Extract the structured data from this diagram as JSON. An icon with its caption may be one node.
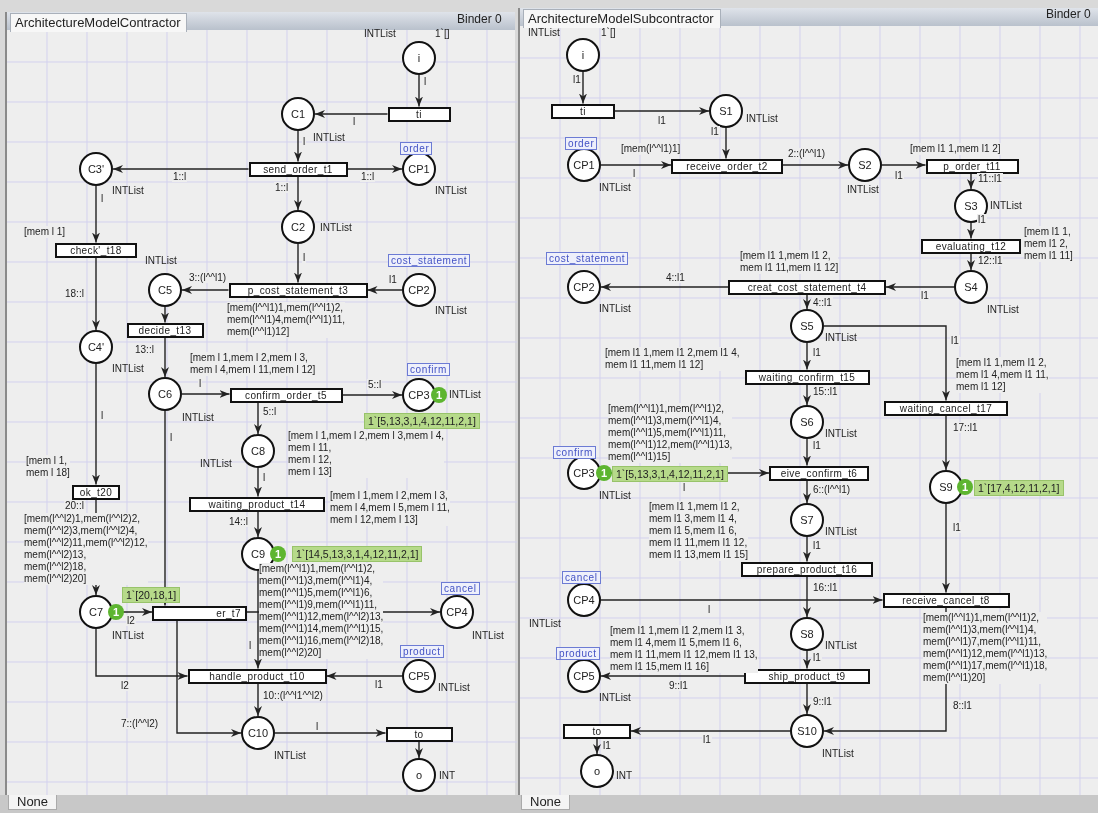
{
  "diagram": {
    "nodes": [
      {
        "text": [
          "ArchitectureModelContractor"
        ]
      },
      {
        "text": [
          "ArchitectureModelSubcontractor"
        ]
      },
      {
        "text": [
          "i"
        ],
        "in": 0,
        "beside": [
          "INTList",
          "1`[]"
        ]
      },
      {
        "text": [
          "ti"
        ],
        "in": 0
      },
      {
        "text": [
          "C1"
        ],
        "in": 0,
        "beside": [
          "INTList"
        ]
      },
      {
        "text": [
          "C3'"
        ],
        "in": 0,
        "beside": [
          "INTList"
        ]
      },
      {
        "text": [
          "send_order_t1"
        ],
        "in": 0
      },
      {
        "text": [
          "CP1"
        ],
        "in": 0,
        "beside": [
          "order",
          "INTList"
        ]
      },
      {
        "text": [
          "C2"
        ],
        "in": 0,
        "beside": [
          "INTList"
        ]
      },
      {
        "text": [
          "check'_t18"
        ],
        "in": 0,
        "beside": [
          "[mem l 1]"
        ]
      },
      {
        "text": [
          "C5"
        ],
        "in": 0,
        "beside": [
          "INTList"
        ]
      },
      {
        "text": [
          "p_cost_statement_t3"
        ],
        "in": 0,
        "beside": [
          "[mem(l^^l1)1,mem(l^^l1)2, mem(l^^l1)4,mem(l^^l1)11, mem(l^^l1)12]"
        ]
      },
      {
        "text": [
          "CP2"
        ],
        "in": 0,
        "beside": [
          "cost_statement",
          "INTList"
        ]
      },
      {
        "text": [
          "decide_t13"
        ],
        "in": 0
      },
      {
        "text": [
          "C4'"
        ],
        "in": 0,
        "beside": [
          "INTList"
        ]
      },
      {
        "text": [
          "C6"
        ],
        "in": 0,
        "beside": [
          "INTList"
        ]
      },
      {
        "text": [
          "confirm_order_t5"
        ],
        "in": 0,
        "beside": [
          "[mem l 1,mem l 2,mem l 3, mem l 4,mem l 11,mem l 12]"
        ]
      },
      {
        "text": [
          "CP3"
        ],
        "in": 0,
        "beside": [
          "confirm",
          "INTList",
          "1",
          "1`[5,13,3,1,4,12,11,2,1]"
        ]
      },
      {
        "text": [
          "C8"
        ],
        "in": 0,
        "beside": [
          "INTList"
        ]
      },
      {
        "text": [
          "ok_t20"
        ],
        "in": 0,
        "beside": [
          "[mem l 1, mem l 18]"
        ]
      },
      {
        "text": [
          "waiting_product_t14"
        ],
        "in": 0,
        "beside": [
          "[mem l 1,mem l 2,mem l 3, mem l 4,mem l 5,mem l 11, mem l 12,mem l 13]"
        ]
      },
      {
        "text": [
          "C9"
        ],
        "in": 0,
        "beside": [
          "1",
          "1`[14,5,13,3,1,4,12,11,2,1]"
        ]
      },
      {
        "text": [
          "C7"
        ],
        "in": 0,
        "beside": [
          "INTList",
          "1"
        ]
      },
      {
        "text": [
          "er_t7"
        ],
        "in": 0
      },
      {
        "text": [
          "CP4"
        ],
        "in": 0,
        "beside": [
          "cancel",
          "INTList"
        ]
      },
      {
        "text": [
          "handle_product_t10"
        ],
        "in": 0
      },
      {
        "text": [
          "CP5"
        ],
        "in": 0,
        "beside": [
          "product",
          "INTList"
        ]
      },
      {
        "text": [
          "C10"
        ],
        "in": 0,
        "beside": [
          "INTList"
        ]
      },
      {
        "text": [
          "to"
        ],
        "in": 0
      },
      {
        "text": [
          "o"
        ],
        "in": 0,
        "beside": [
          "INT"
        ]
      },
      {
        "text": [
          "i"
        ],
        "in": 1,
        "beside": [
          "INTList",
          "1`[]"
        ]
      },
      {
        "text": [
          "ti"
        ],
        "in": 1
      },
      {
        "text": [
          "S1"
        ],
        "in": 1,
        "beside": [
          "INTList"
        ]
      },
      {
        "text": [
          "CP1"
        ],
        "in": 1,
        "beside": [
          "order",
          "INTList"
        ]
      },
      {
        "text": [
          "receive_order_t2"
        ],
        "in": 1,
        "beside": [
          "[mem(l^^l1)1]"
        ]
      },
      {
        "text": [
          "S2"
        ],
        "in": 1,
        "beside": [
          "INTList"
        ]
      },
      {
        "text": [
          "p_order_t11"
        ],
        "in": 1,
        "beside": [
          "[mem l1 1,mem l1 2]"
        ]
      },
      {
        "text": [
          "S3"
        ],
        "in": 1,
        "beside": [
          "INTList"
        ]
      },
      {
        "text": [
          "evaluating_t12"
        ],
        "in": 1,
        "beside": [
          "[mem l1 1, mem l1 2, mem l1 11]"
        ]
      },
      {
        "text": [
          "CP2"
        ],
        "in": 1,
        "beside": [
          "cost_statement",
          "INTList"
        ]
      },
      {
        "text": [
          "creat_cost_statement_t4"
        ],
        "in": 1,
        "beside": [
          "[mem l1 1,mem l1 2, mem l1 11,mem l1 12]"
        ]
      },
      {
        "text": [
          "S4"
        ],
        "in": 1,
        "beside": [
          "INTList"
        ]
      },
      {
        "text": [
          "S5"
        ],
        "in": 1,
        "beside": [
          "INTList"
        ]
      },
      {
        "text": [
          "waiting_confirm_t15"
        ],
        "in": 1,
        "beside": [
          "[mem l1 1,mem l1 2,mem l1 4, mem l1 11,mem l1 12]"
        ]
      },
      {
        "text": [
          "waiting_cancel_t17"
        ],
        "in": 1,
        "beside": [
          "[mem l1 1,mem l1 2, mem l1 4,mem l1 11, mem l1 12]"
        ]
      },
      {
        "text": [
          "S6"
        ],
        "in": 1,
        "beside": [
          "INTList"
        ]
      },
      {
        "text": [
          "CP3"
        ],
        "in": 1,
        "beside": [
          "confirm",
          "INTList",
          "1",
          "1`[5,13,3,1,4,12,11,2,1]"
        ]
      },
      {
        "text": [
          "eive_confirm_t6"
        ],
        "in": 1
      },
      {
        "text": [
          "S9"
        ],
        "in": 1,
        "beside": [
          "1",
          "1`[17,4,12,11,2,1]"
        ]
      },
      {
        "text": [
          "S7"
        ],
        "in": 1,
        "beside": [
          "INTList"
        ]
      },
      {
        "text": [
          "prepare_product_t16"
        ],
        "in": 1,
        "beside": [
          "[mem l1 1,mem l1 2, mem l1 3,mem l1 4, mem l1 5,mem l1 6, mem l1 11,mem l1 12, mem l1 13,mem l1 15]"
        ]
      },
      {
        "text": [
          "CP4"
        ],
        "in": 1,
        "beside": [
          "cancel",
          "INTList"
        ]
      },
      {
        "text": [
          "receive_cancel_t8"
        ],
        "in": 1,
        "beside": [
          "[mem(l^^l1)1,mem(l^^l1)2, mem(l^^l1)3,mem(l^^l1)4, mem(l^^l1)7,mem(l^^l1)11, mem(l^^l1)12,mem(l^^l1)13, mem(l^^l1)17,mem(l^^l1)18, mem(l^^l1)20]"
        ]
      },
      {
        "text": [
          "S8"
        ],
        "in": 1,
        "beside": [
          "INTList"
        ]
      },
      {
        "text": [
          "CP5"
        ],
        "in": 1,
        "beside": [
          "product",
          "INTList"
        ]
      },
      {
        "text": [
          "ship_product_t9"
        ],
        "in": 1,
        "beside": [
          "[mem l1 1,mem l1 2,mem l1 3, mem l1 4,mem l1 5,mem l1 6, mem l1 11,mem l1 12,mem l1 13, mem l1 15,mem l1 16]"
        ]
      },
      {
        "text": [
          "S10"
        ],
        "in": 1,
        "beside": [
          "INTList"
        ]
      },
      {
        "text": [
          "to"
        ],
        "in": 1
      },
      {
        "text": [
          "o"
        ],
        "in": 1,
        "beside": [
          "INT"
        ]
      }
    ],
    "edges": [
      {
        "from": 2,
        "to": 3,
        "arrow": "to",
        "label": "l"
      },
      {
        "from": 3,
        "to": 4,
        "arrow": "to",
        "label": "l"
      },
      {
        "from": 4,
        "to": 6,
        "arrow": "to",
        "label": "l"
      },
      {
        "from": 6,
        "to": 5,
        "arrow": "to",
        "label": "1::l"
      },
      {
        "from": 6,
        "to": 7,
        "arrow": "to",
        "label": "1::l"
      },
      {
        "from": 6,
        "to": 8,
        "arrow": "to",
        "label": "1::l"
      },
      {
        "from": 5,
        "to": 9,
        "arrow": "to",
        "label": "l"
      },
      {
        "from": 8,
        "to": 11,
        "arrow": "to",
        "label": "l"
      },
      {
        "from": 12,
        "to": 11,
        "arrow": "to",
        "label": "l1"
      },
      {
        "from": 11,
        "to": 10,
        "arrow": "to",
        "label": "3::(l^^l1)"
      },
      {
        "from": 10,
        "to": 13,
        "arrow": "to"
      },
      {
        "from": 9,
        "to": 14,
        "arrow": "to",
        "label": "18::l"
      },
      {
        "from": 13,
        "to": 15,
        "arrow": "to",
        "label": "13::l"
      },
      {
        "from": 15,
        "to": 16,
        "arrow": "to",
        "label": "l"
      },
      {
        "from": 16,
        "to": 17,
        "arrow": "to",
        "label": "5::l"
      },
      {
        "from": 16,
        "to": 18,
        "arrow": "to",
        "label": "5::l"
      },
      {
        "from": 14,
        "to": 19,
        "arrow": "to",
        "label": "l"
      },
      {
        "from": 18,
        "to": 20,
        "arrow": "to",
        "label": "l"
      },
      {
        "from": 20,
        "to": 21,
        "arrow": "to",
        "label": "14::l"
      },
      {
        "from": 19,
        "to": 22,
        "arrow": "to",
        "label": "20::l"
      },
      {
        "from": 22,
        "to": 23,
        "arrow": "to",
        "label": "l2"
      },
      {
        "from": 15,
        "to": 23,
        "arrow": "to",
        "label": "l"
      },
      {
        "from": 23,
        "to": 24,
        "arrow": "to"
      },
      {
        "from": 21,
        "to": 25,
        "arrow": "to",
        "label": "l"
      },
      {
        "from": 22,
        "to": 25,
        "arrow": "to",
        "label": "l2"
      },
      {
        "from": 26,
        "to": 25,
        "arrow": "to",
        "label": "l1"
      },
      {
        "from": 25,
        "to": 27,
        "arrow": "to",
        "label": "10::(l^^l1^^l2)"
      },
      {
        "from": 23,
        "to": 27,
        "arrow": "to",
        "label": "7::(l^^l2)"
      },
      {
        "from": 27,
        "to": 28,
        "arrow": "to",
        "label": "l"
      },
      {
        "from": 28,
        "to": 29,
        "arrow": "to"
      },
      {
        "from": 30,
        "to": 31,
        "arrow": "to",
        "label": "l1"
      },
      {
        "from": 31,
        "to": 32,
        "arrow": "to",
        "label": "l1"
      },
      {
        "from": 32,
        "to": 34,
        "arrow": "to",
        "label": "l1"
      },
      {
        "from": 33,
        "to": 34,
        "arrow": "to",
        "label": "l"
      },
      {
        "from": 34,
        "to": 35,
        "arrow": "to",
        "label": "2::(l^^l1)"
      },
      {
        "from": 35,
        "to": 36,
        "arrow": "to",
        "label": "l1"
      },
      {
        "from": 36,
        "to": 37,
        "arrow": "to",
        "label": "11::l1"
      },
      {
        "from": 37,
        "to": 38,
        "arrow": "to",
        "label": "l1"
      },
      {
        "from": 38,
        "to": 41,
        "arrow": "to",
        "label": "12::l1"
      },
      {
        "from": 41,
        "to": 40,
        "arrow": "to",
        "label": "l1"
      },
      {
        "from": 40,
        "to": 39,
        "arrow": "to",
        "label": "4::l1"
      },
      {
        "from": 40,
        "to": 42,
        "arrow": "to",
        "label": "4::l1"
      },
      {
        "from": 42,
        "to": 43,
        "arrow": "to",
        "label": "l1"
      },
      {
        "from": 42,
        "to": 44,
        "arrow": "to",
        "label": "l1"
      },
      {
        "from": 43,
        "to": 45,
        "arrow": "to",
        "label": "15::l1"
      },
      {
        "from": 45,
        "to": 47,
        "arrow": "to",
        "label": "l1"
      },
      {
        "from": 46,
        "to": 47,
        "arrow": "to",
        "label": "l"
      },
      {
        "from": 47,
        "to": 49,
        "arrow": "to",
        "label": "6::(l^^l1)"
      },
      {
        "from": 44,
        "to": 48,
        "arrow": "to",
        "label": "17::l1"
      },
      {
        "from": 49,
        "to": 50,
        "arrow": "to",
        "label": "l1"
      },
      {
        "from": 48,
        "to": 52,
        "arrow": "to",
        "label": "l1"
      },
      {
        "from": 51,
        "to": 52,
        "arrow": "to",
        "label": "l"
      },
      {
        "from": 50,
        "to": 53,
        "arrow": "to",
        "label": "16::l1"
      },
      {
        "from": 53,
        "to": 55,
        "arrow": "to",
        "label": "l1"
      },
      {
        "from": 55,
        "to": 54,
        "arrow": "to",
        "label": "9::l1"
      },
      {
        "from": 55,
        "to": 56,
        "arrow": "to",
        "label": "9::l1"
      },
      {
        "from": 52,
        "to": 56,
        "arrow": "to",
        "label": "8::l1"
      },
      {
        "from": 56,
        "to": 57,
        "arrow": "to",
        "label": "l1"
      },
      {
        "from": 57,
        "to": 58,
        "arrow": "to",
        "label": "l1"
      }
    ],
    "labels": [
      "Binder 0",
      "[mem l 1,mem l 2,mem l 3,mem l 4, mem l 11, mem l 12, mem l 13]",
      "[mem(l^^l2)1,mem(l^^l2)2, mem(l^^l2)3,mem(l^^l2)4, mem(l^^l2)11,mem(l^^l2)12, mem(l^^l2)13, mem(l^^l2)18, mem(l^^l2)20]",
      "1`[20,18,1]",
      "[mem(l^^l1)1,mem(l^^l1)2, mem(l^^l1)3,mem(l^^l1)4, mem(l^^l1)5,mem(l^^l1)6, mem(l^^l1)9,mem(l^^l1)11, mem(l^^l1)12,mem(l^^l2)13, mem(l^^l1)14,mem(l^^l1)15, mem(l^^l1)16,mem(l^^l2)18, mem(l^^l2)20]",
      "None",
      "Binder 0",
      "[mem(l^^l1)1,mem(l^^l1)2, mem(l^^l1)3,mem(l^^l1)4, mem(l^^l1)5,mem(l^^l1)11, mem(l^^l1)12,mem(l^^l1)13, mem(l^^l1)15]",
      "None"
    ]
  }
}
